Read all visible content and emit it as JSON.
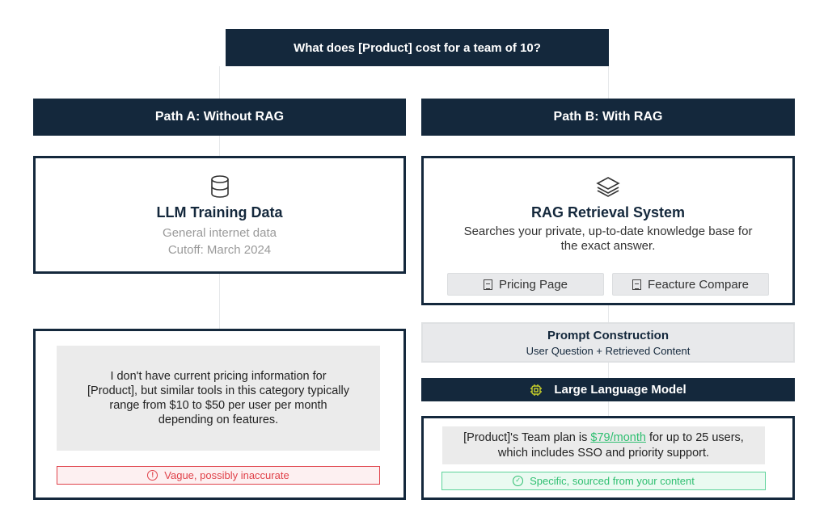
{
  "question": "What does [Product] cost for a team of 10?",
  "path_a": {
    "header": "Path A: Without RAG",
    "source_title": "LLM Training Data",
    "source_lines": [
      "General internet data",
      "Cutoff: March 2024"
    ],
    "answer": "I don't have current pricing information for [Product], but similar tools in this category typically range from $10 to $50 per user per month depending on features.",
    "verdict": "Vague, possibly inaccurate"
  },
  "path_b": {
    "header": "Path B: With RAG",
    "source_title": "RAG Retrieval System",
    "source_desc": "Searches your private, up-to-date knowledge base for the exact answer.",
    "docs": [
      "Pricing Page",
      "Feacture Compare"
    ],
    "prompt_title": "Prompt Construction",
    "prompt_sub": "User Question + Retrieved Content",
    "llm_label": "Large Language Model",
    "answer_pre": "[Product]'s Team plan is ",
    "answer_price": "$79/month",
    "answer_post": " for up to 25 users, which includes SSO and priority support.",
    "verdict": "Specific, sourced from your content"
  },
  "colors": {
    "navy": "#14283c",
    "red": "#e0424a",
    "green": "#2fbf71",
    "chip": "#e8e9eb"
  }
}
